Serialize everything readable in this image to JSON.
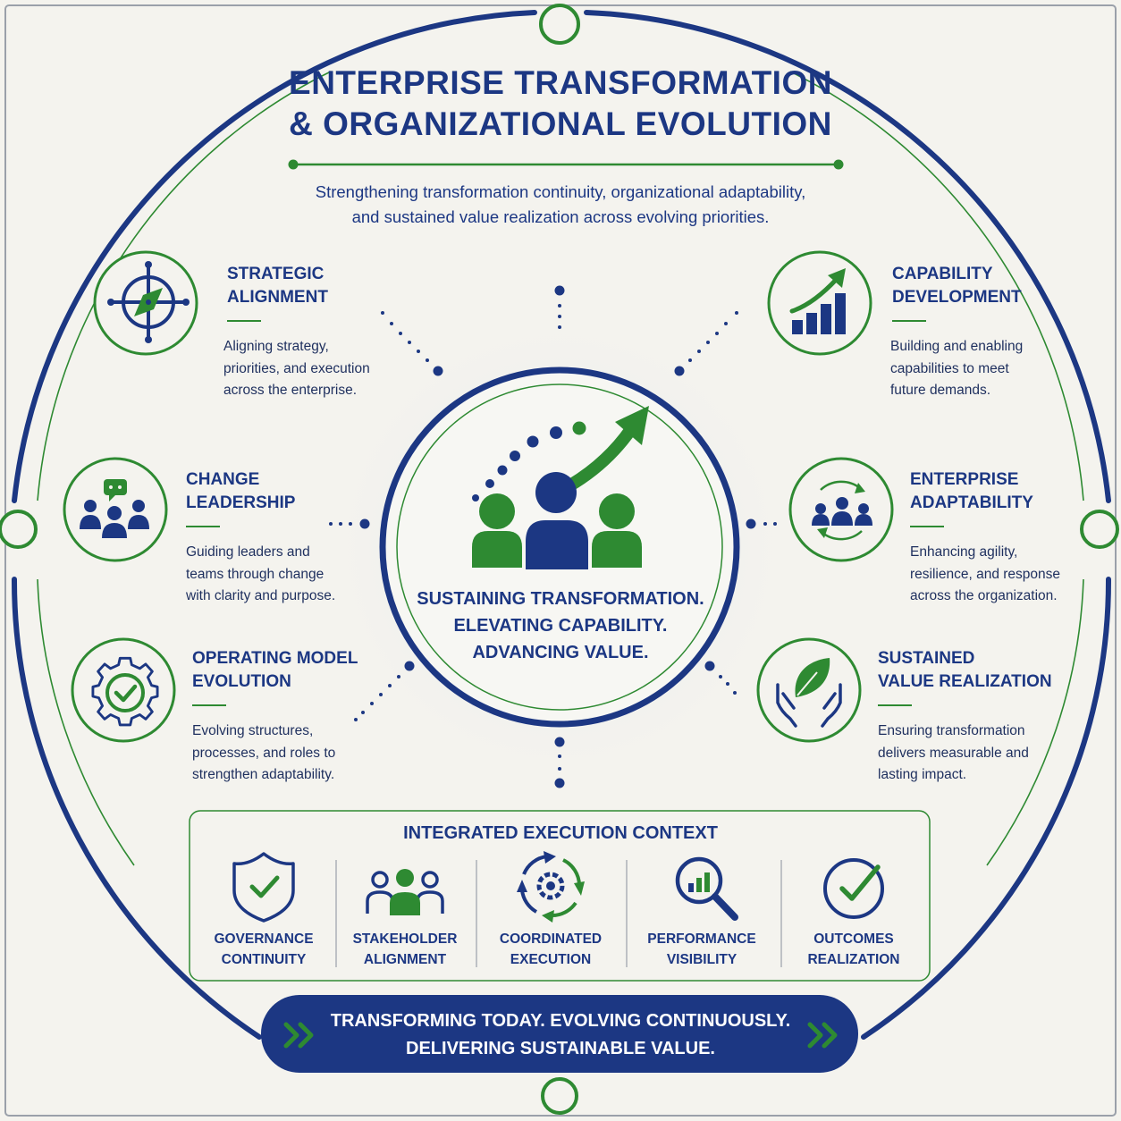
{
  "header": {
    "title_line1": "ENTERPRISE TRANSFORMATION",
    "title_line2": "& ORGANIZATIONAL EVOLUTION",
    "subtitle_line1": "Strengthening transformation continuity, organizational adaptability,",
    "subtitle_line2": "and sustained value realization across evolving priorities."
  },
  "pillars": [
    {
      "title1": "STRATEGIC",
      "title2": "ALIGNMENT",
      "desc": [
        "Aligning strategy,",
        "priorities, and execution",
        "across the enterprise."
      ],
      "icon": "compass-icon"
    },
    {
      "title1": "CAPABILITY",
      "title2": "DEVELOPMENT",
      "desc": [
        "Building and enabling",
        "capabilities to meet",
        "future demands."
      ],
      "icon": "growth-chart-icon"
    },
    {
      "title1": "CHANGE",
      "title2": "LEADERSHIP",
      "desc": [
        "Guiding leaders and",
        "teams through change",
        "with clarity and purpose."
      ],
      "icon": "team-chat-icon"
    },
    {
      "title1": "ENTERPRISE",
      "title2": "ADAPTABILITY",
      "desc": [
        "Enhancing agility,",
        "resilience, and response",
        "across the organization."
      ],
      "icon": "team-cycle-icon"
    },
    {
      "title1": "OPERATING MODEL",
      "title2": "EVOLUTION",
      "desc": [
        "Evolving structures,",
        "processes, and roles to",
        "strengthen adaptability."
      ],
      "icon": "gear-check-icon"
    },
    {
      "title1": "SUSTAINED",
      "title2": "VALUE REALIZATION",
      "desc": [
        "Ensuring transformation",
        "delivers measurable and",
        "lasting impact."
      ],
      "icon": "hands-leaf-icon"
    }
  ],
  "center": {
    "line1": "SUSTAINING TRANSFORMATION.",
    "line2": "ELEVATING CAPABILITY.",
    "line3": "ADVANCING VALUE.",
    "icon": "team-growth-icon"
  },
  "context": {
    "title": "INTEGRATED EXECUTION CONTEXT",
    "items": [
      {
        "line1": "GOVERNANCE",
        "line2": "CONTINUITY",
        "icon": "shield-check-icon"
      },
      {
        "line1": "STAKEHOLDER",
        "line2": "ALIGNMENT",
        "icon": "people-icon"
      },
      {
        "line1": "COORDINATED",
        "line2": "EXECUTION",
        "icon": "gear-cycle-icon"
      },
      {
        "line1": "PERFORMANCE",
        "line2": "VISIBILITY",
        "icon": "magnifier-chart-icon"
      },
      {
        "line1": "OUTCOMES",
        "line2": "REALIZATION",
        "icon": "check-circle-icon"
      }
    ]
  },
  "banner": {
    "line1": "TRANSFORMING TODAY. EVOLVING CONTINUOUSLY.",
    "line2": "DELIVERING SUSTAINABLE VALUE."
  },
  "colors": {
    "navy": "#1c3783",
    "green": "#2e8a32",
    "background": "#f4f3ee"
  }
}
